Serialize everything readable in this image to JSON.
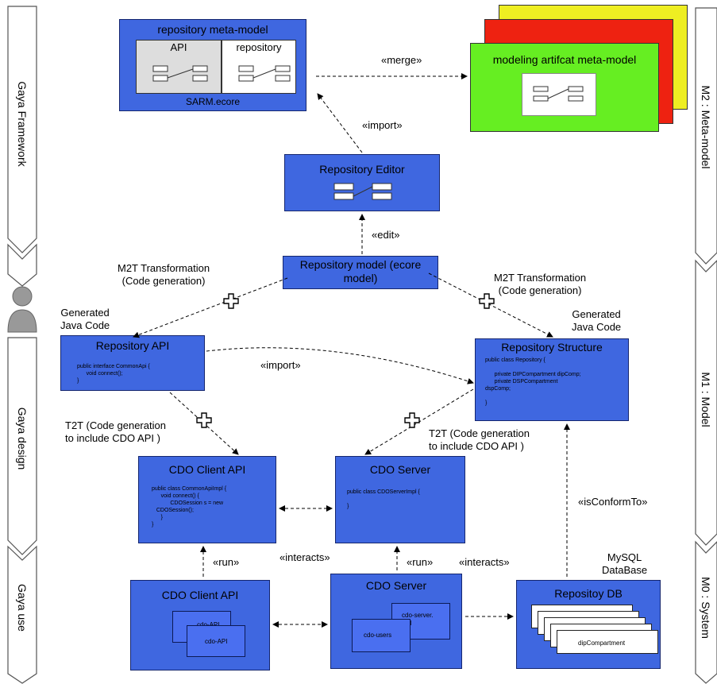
{
  "lanes_left": {
    "framework": "Gaya Framework",
    "design": "Gaya design",
    "use": "Gaya use"
  },
  "lanes_right": {
    "m2": "M2 : Meta-model",
    "m1": "M1 : Model",
    "m0": "M0 : System"
  },
  "boxes": {
    "meta_model": {
      "title": "repository meta-model",
      "api": "API",
      "repository": "repository",
      "file": "SARM.ecore"
    },
    "artifact": {
      "title": "modeling artifcat meta-model"
    },
    "editor": {
      "title": "Repository Editor"
    },
    "repo_model": {
      "title": "Repository model (ecore model)"
    },
    "repo_api": {
      "title": "Repository API",
      "code": "public interface CommonApi {\n      void connect();\n}"
    },
    "repo_structure": {
      "title": "Repository Structure",
      "code": "public class Repository {\n\n      private DIPCompartment dipComp;\n      private DSPCompartment\ndspComp;\n\n}"
    },
    "cdo_client_api": {
      "title": "CDO Client API",
      "code": "public class CommonApiImpl {\n      void connect() {\n            CDOSession s = new\n   CDOSession();\n      }\n}"
    },
    "cdo_server": {
      "title": "CDO Server",
      "code": "public class CDOServerImpl {\n\n}"
    },
    "cdo_client_run": {
      "title": "CDO Client API",
      "back": "cdo-API",
      "front": "cdo-API"
    },
    "cdo_server_run": {
      "title": "CDO Server",
      "xml": "cdo-server.\nxml",
      "users": "cdo-users"
    },
    "repo_db": {
      "title": "Repositoy DB",
      "paper": "dipCompartment"
    }
  },
  "labels": {
    "merge": "«merge»",
    "import_top": "«import»",
    "edit": "«edit»",
    "m2t_left": "M2T Transformation\n(Code generation)",
    "m2t_right": "M2T Transformation\n(Code generation)",
    "gen_left": "Generated\nJava Code",
    "gen_right": "Generated\nJava Code",
    "import_mid": "«import»",
    "t2t_left": "T2T (Code generation\nto include CDO API )",
    "t2t_right": "T2T (Code generation\nto include CDO API )",
    "is_conform": "«isConformTo»",
    "run_left": "«run»",
    "run_right": "«run»",
    "interacts_left": "«interacts»",
    "interacts_right": "«interacts»",
    "mysql": "MySQL\nDataBase"
  },
  "colors": {
    "box_blue": "#3f67e0",
    "artifact_green": "#66ee22",
    "artifact_red": "#ee2211",
    "artifact_yellow": "#eeee22"
  }
}
